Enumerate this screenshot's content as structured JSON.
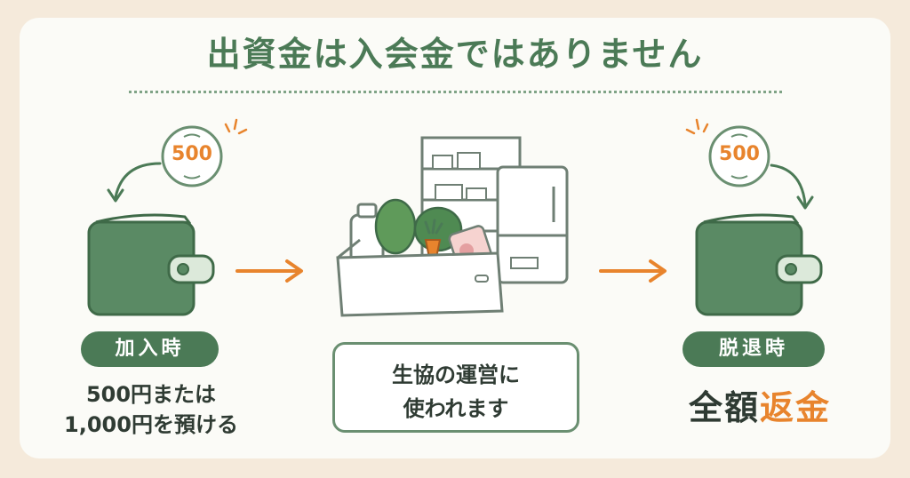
{
  "title": "出資金は入会金ではありません",
  "left": {
    "coin_value": "500",
    "label": "加入時",
    "desc_line1": "500円または",
    "desc_line2": "1,000円を預ける"
  },
  "center": {
    "line1": "生協の運営に",
    "line2": "使われます"
  },
  "right": {
    "coin_value": "500",
    "label": "脱退時",
    "refund_plain": "全額",
    "refund_highlight": "返金"
  },
  "colors": {
    "green": "#4b7a56",
    "orange": "#e8842d",
    "background": "#f5eadb"
  },
  "icons": [
    "coin-icon",
    "wallet-icon",
    "grocery-box-icon",
    "shelf-icon",
    "refrigerator-icon",
    "arrow-right-icon",
    "curved-arrow-icon"
  ]
}
